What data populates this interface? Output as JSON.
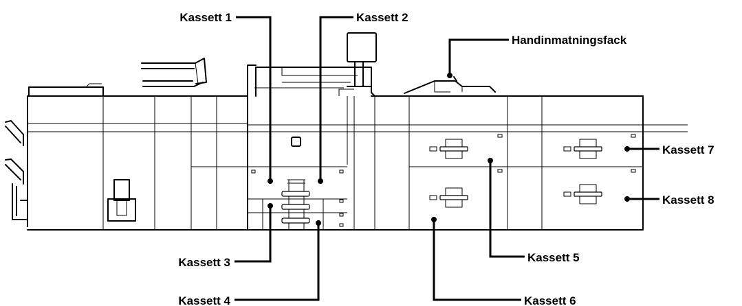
{
  "labels": {
    "kassett_1": "Kassett 1",
    "kassett_2": "Kassett 2",
    "kassett_3": "Kassett 3",
    "kassett_4": "Kassett 4",
    "kassett_5": "Kassett 5",
    "kassett_6": "Kassett 6",
    "kassett_7": "Kassett 7",
    "kassett_8": "Kassett 8",
    "bypass_tray": "Handinmatningsfack"
  },
  "colors": {
    "ink": "#000000",
    "background": "#ffffff"
  }
}
